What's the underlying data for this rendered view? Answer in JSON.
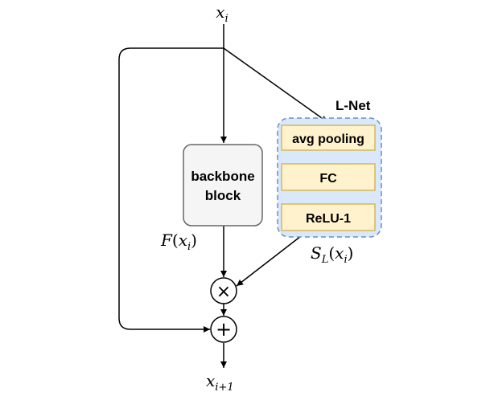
{
  "diagram": {
    "input_symbol": "x",
    "input_subscript": "i",
    "output_symbol": "x",
    "output_subscript": "i+1",
    "backbone": {
      "line1": "backbone",
      "line2": "block"
    },
    "backbone_output_label": {
      "func": "F",
      "open": "(",
      "var": "x",
      "sub": "i",
      "close": ")"
    },
    "lnet": {
      "title": "L-Net",
      "layers": [
        "avg pooling",
        "FC",
        "ReLU-1"
      ],
      "output_label": {
        "func": "S",
        "func_sub": "L",
        "open": "(",
        "var": "x",
        "sub": "i",
        "close": ")"
      }
    },
    "multiply_symbol": "×",
    "add_symbol": "+"
  },
  "colors": {
    "lnet_container_fill": "#dae8fc",
    "lnet_container_border": "#6c8ebf",
    "layer_fill": "#fff2cc",
    "layer_border": "#d6b656",
    "backbone_fill": "#f5f5f5",
    "backbone_border": "#666666",
    "line": "#000000"
  }
}
